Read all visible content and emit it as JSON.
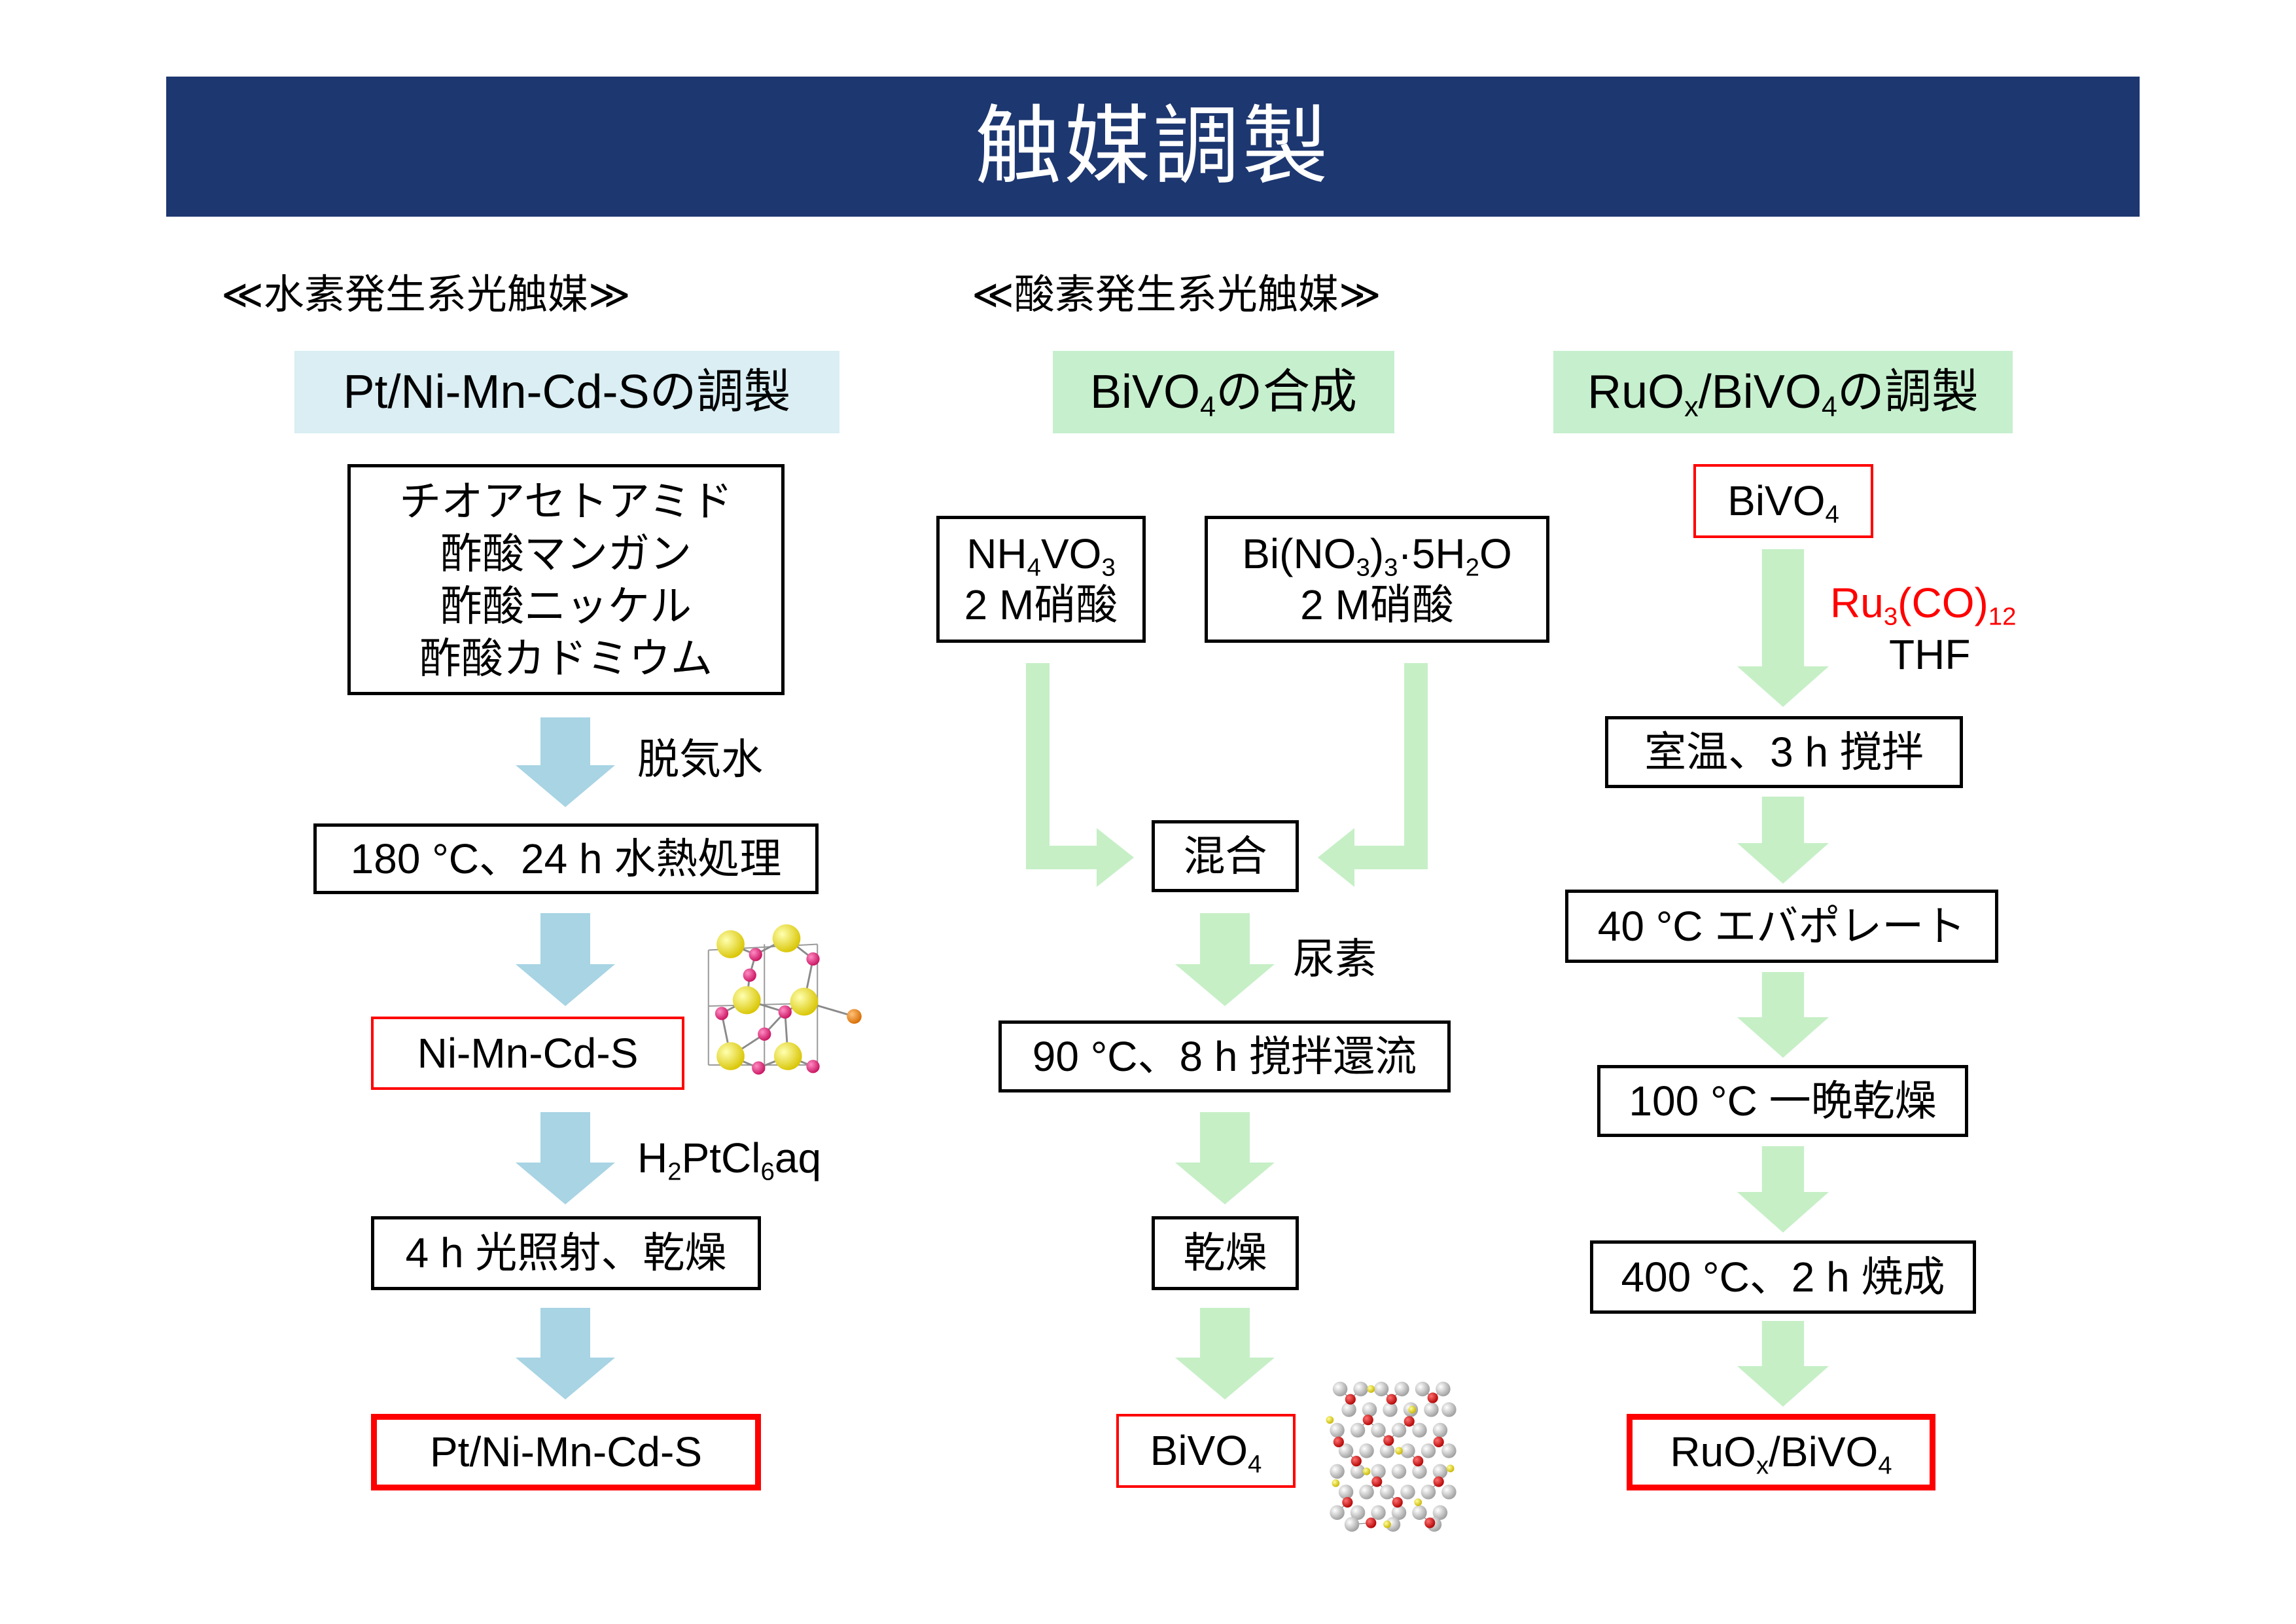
{
  "title": "触媒調製",
  "sections": {
    "hydrogen": "≪水素発生系光触媒≫",
    "oxygen": "≪酸素発生系光触媒≫"
  },
  "hydrogen_column": {
    "header": "Pt/Ni-Mn-Cd-Sの調製",
    "reagents": [
      "チオアセトアミド",
      "酢酸マンガン",
      "酢酸ニッケル",
      "酢酸カドミウム"
    ],
    "step1_reagent": "脱気水",
    "step1": "180 °C、24 h 水熱処理",
    "intermediate": "Ni-Mn-Cd-S",
    "step2_reagent": [
      "H",
      "2",
      "PtCl",
      "6",
      "aq"
    ],
    "step2": "4 h 光照射、乾燥",
    "product": "Pt/Ni-Mn-Cd-S"
  },
  "bivo4_column": {
    "header": [
      "BiVO",
      "4",
      "の合成"
    ],
    "reagent_a": {
      "line1": [
        "NH",
        "4",
        "VO",
        "3"
      ],
      "line2": "2 M硝酸"
    },
    "reagent_b": {
      "line1": [
        "Bi(NO",
        "3",
        ")",
        "3",
        "·5H",
        "2",
        "O"
      ],
      "line2": "2 M硝酸"
    },
    "mix": "混合",
    "step1_reagent": "尿素",
    "step1": "90 °C、8 h 撹拌還流",
    "step2": "乾燥",
    "product": [
      "BiVO",
      "4"
    ]
  },
  "ruox_column": {
    "header": [
      "RuO",
      "x",
      "/BiVO",
      "4",
      "の調製"
    ],
    "start": [
      "BiVO",
      "4"
    ],
    "reagent": [
      "Ru",
      "3",
      "(CO)",
      "12"
    ],
    "solvent": "THF",
    "steps": [
      "室温、3 h 撹拌",
      "40 °C エバポレート",
      "100 °C 一晩乾燥",
      "400 °C、2 h 焼成"
    ],
    "product": [
      "RuO",
      "x",
      "/BiVO",
      "4"
    ]
  },
  "icons": {
    "hydrogen_figure": "crystal-structure-icon",
    "bivo4_figure": "molecular-cluster-icon",
    "hydrogen_arrows": "down-arrow-icon",
    "oxygen_arrows": "down-arrow-icon"
  },
  "colors": {
    "title_bar": "#1d3770",
    "title_text": "#ffffff",
    "header_blue": "#daeef3",
    "header_green": "#c6efce",
    "arrow_blue": "#a8d4e4",
    "arrow_green": "#c6efc6",
    "highlight_red": "#ff0000"
  }
}
